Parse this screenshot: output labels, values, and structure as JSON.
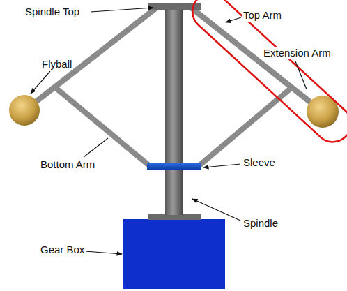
{
  "diagram": {
    "labels": [
      "Spindle Top",
      "Top Arm",
      "Flyball",
      "Extension Arm",
      "Bottom Arm",
      "Sleeve",
      "Spindle",
      "Gear Box"
    ]
  }
}
